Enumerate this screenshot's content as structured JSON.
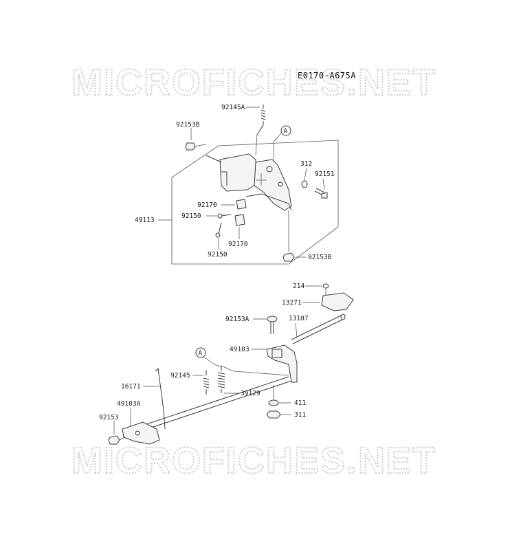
{
  "diagram_code": "E0170-A675A",
  "watermark": "MICROFICHES.NET",
  "callout_a": "A",
  "parts_upper": {
    "p92145A": "92145A",
    "p92153B_top": "92153B",
    "p312": "312",
    "p92151": "92151",
    "p92170_a": "92170",
    "p92150_a": "92150",
    "p49113": "49113",
    "p92170_b": "92170",
    "p92150_b": "92150",
    "p92153B_bottom": "92153B"
  },
  "parts_lower": {
    "p214": "214",
    "p13271": "13271",
    "p92153A": "92153A",
    "p13107": "13107",
    "p49103": "49103",
    "p92145": "92145",
    "p16171": "16171",
    "p39129": "39129",
    "p49103A": "49103A",
    "p411": "411",
    "p92153": "92153",
    "p311": "311"
  }
}
